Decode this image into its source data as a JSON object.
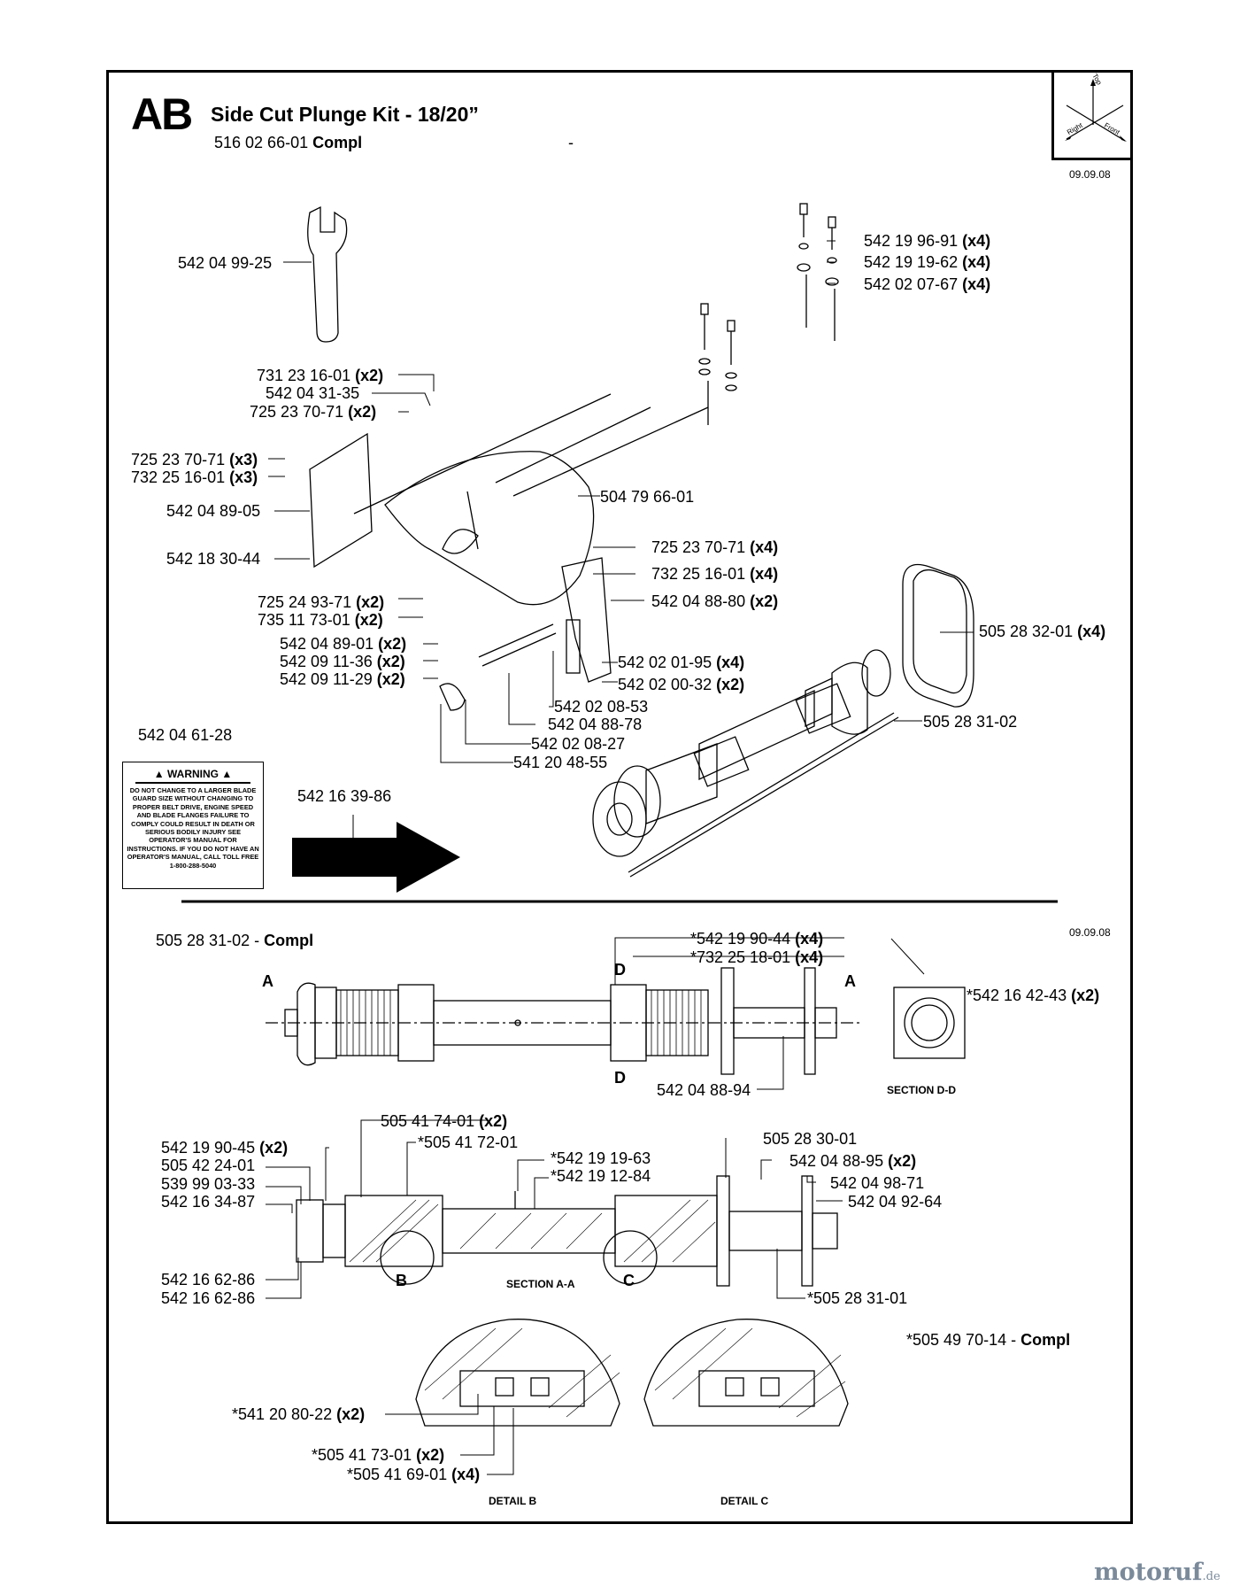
{
  "header": {
    "section_code": "AB",
    "title": "Side Cut Plunge Kit - 18/20”",
    "kit_number": "516 02 66-01",
    "kit_suffix": "Compl",
    "dash": "-",
    "date_top": "09.09.08",
    "date_middle": "09.09.08"
  },
  "orientation": {
    "top": "Top",
    "right": "Right",
    "front": "Front"
  },
  "warning_label": {
    "heading": "WARNING",
    "body": "DO NOT CHANGE TO A LARGER BLADE GUARD SIZE WITHOUT CHANGING TO PROPER BELT DRIVE, ENGINE SPEED AND BLADE FLANGES FAILURE TO COMPLY COULD RESULT IN DEATH OR SERIOUS BODILY INJURY SEE OPERATOR'S MANUAL FOR INSTRUCTIONS. IF YOU DO NOT HAVE AN OPERATOR'S MANUAL, CALL TOLL FREE 1-800-288-5040"
  },
  "upper_parts": [
    {
      "num": "542 04 99-25",
      "qty": ""
    },
    {
      "num": "542 19 96-91",
      "qty": "(x4)"
    },
    {
      "num": "542 19 19-62",
      "qty": "(x4)"
    },
    {
      "num": "542 02 07-67",
      "qty": "(x4)"
    },
    {
      "num": "731 23 16-01",
      "qty": "(x2)"
    },
    {
      "num": "542 04 31-35",
      "qty": ""
    },
    {
      "num": "725 23 70-71",
      "qty": "(x2)"
    },
    {
      "num": "725 23 70-71",
      "qty": "(x3)"
    },
    {
      "num": "732 25 16-01",
      "qty": "(x3)"
    },
    {
      "num": "542 04 89-05",
      "qty": ""
    },
    {
      "num": "504 79 66-01",
      "qty": ""
    },
    {
      "num": "542 18 30-44",
      "qty": ""
    },
    {
      "num": "725 23 70-71",
      "qty": "(x4)"
    },
    {
      "num": "732 25 16-01",
      "qty": "(x4)"
    },
    {
      "num": "542 04 88-80",
      "qty": "(x2)"
    },
    {
      "num": "725 24 93-71",
      "qty": "(x2)"
    },
    {
      "num": "735 11 73-01",
      "qty": "(x2)"
    },
    {
      "num": "505 28 32-01",
      "qty": "(x4)"
    },
    {
      "num": "542 04 89-01",
      "qty": "(x2)"
    },
    {
      "num": "542 02 01-95",
      "qty": "(x4)"
    },
    {
      "num": "542 09 11-36",
      "qty": "(x2)"
    },
    {
      "num": "542 02 00-32",
      "qty": "(x2)"
    },
    {
      "num": "542 09 11-29",
      "qty": "(x2)"
    },
    {
      "num": "542 02 08-53",
      "qty": ""
    },
    {
      "num": "542 04 88-78",
      "qty": ""
    },
    {
      "num": "505 28 31-02",
      "qty": ""
    },
    {
      "num": "542 02 08-27",
      "qty": ""
    },
    {
      "num": "542 04 61-28",
      "qty": ""
    },
    {
      "num": "541 20 48-55",
      "qty": ""
    },
    {
      "num": "542 16 39-86",
      "qty": ""
    }
  ],
  "assembly": {
    "number": "505 28 31-02",
    "suffix": "Compl",
    "section_a": "A",
    "section_d": "D",
    "section_b": "B",
    "section_c": "C",
    "caption_dd": "SECTION D-D",
    "caption_aa": "SECTION A-A",
    "caption_b": "DETAIL B",
    "caption_c": "DETAIL C",
    "kit_number": "*505 49 70-14",
    "kit_suffix": "Compl"
  },
  "lower_parts": [
    {
      "num": "*542 19 90-44",
      "qty": "(x4)"
    },
    {
      "num": "*732 25 18-01",
      "qty": "(x4)"
    },
    {
      "num": "*542 16 42-43",
      "qty": "(x2)"
    },
    {
      "num": "542 04 88-94",
      "qty": ""
    },
    {
      "num": "505 41 74-01",
      "qty": "(x2)"
    },
    {
      "num": "505 28 30-01",
      "qty": ""
    },
    {
      "num": "542 19 90-45",
      "qty": "(x2)"
    },
    {
      "num": "*505 41 72-01",
      "qty": ""
    },
    {
      "num": "*542 19 19-63",
      "qty": ""
    },
    {
      "num": "542 04 88-95",
      "qty": "(x2)"
    },
    {
      "num": "505 42 24-01",
      "qty": ""
    },
    {
      "num": "*542 19 12-84",
      "qty": ""
    },
    {
      "num": "542 04 98-71",
      "qty": ""
    },
    {
      "num": "539 99 03-33",
      "qty": ""
    },
    {
      "num": "542 04 92-64",
      "qty": ""
    },
    {
      "num": "542 16 34-87",
      "qty": ""
    },
    {
      "num": "542 16 62-86",
      "qty": ""
    },
    {
      "num": "542 16 62-86",
      "qty": ""
    },
    {
      "num": "*505 28 31-01",
      "qty": ""
    },
    {
      "num": "*541 20 80-22",
      "qty": "(x2)"
    },
    {
      "num": "*505 41 73-01",
      "qty": "(x2)"
    },
    {
      "num": "*505 41 69-01",
      "qty": "(x4)"
    }
  ],
  "watermark": {
    "text": "motoruf",
    "tld": ".de"
  }
}
